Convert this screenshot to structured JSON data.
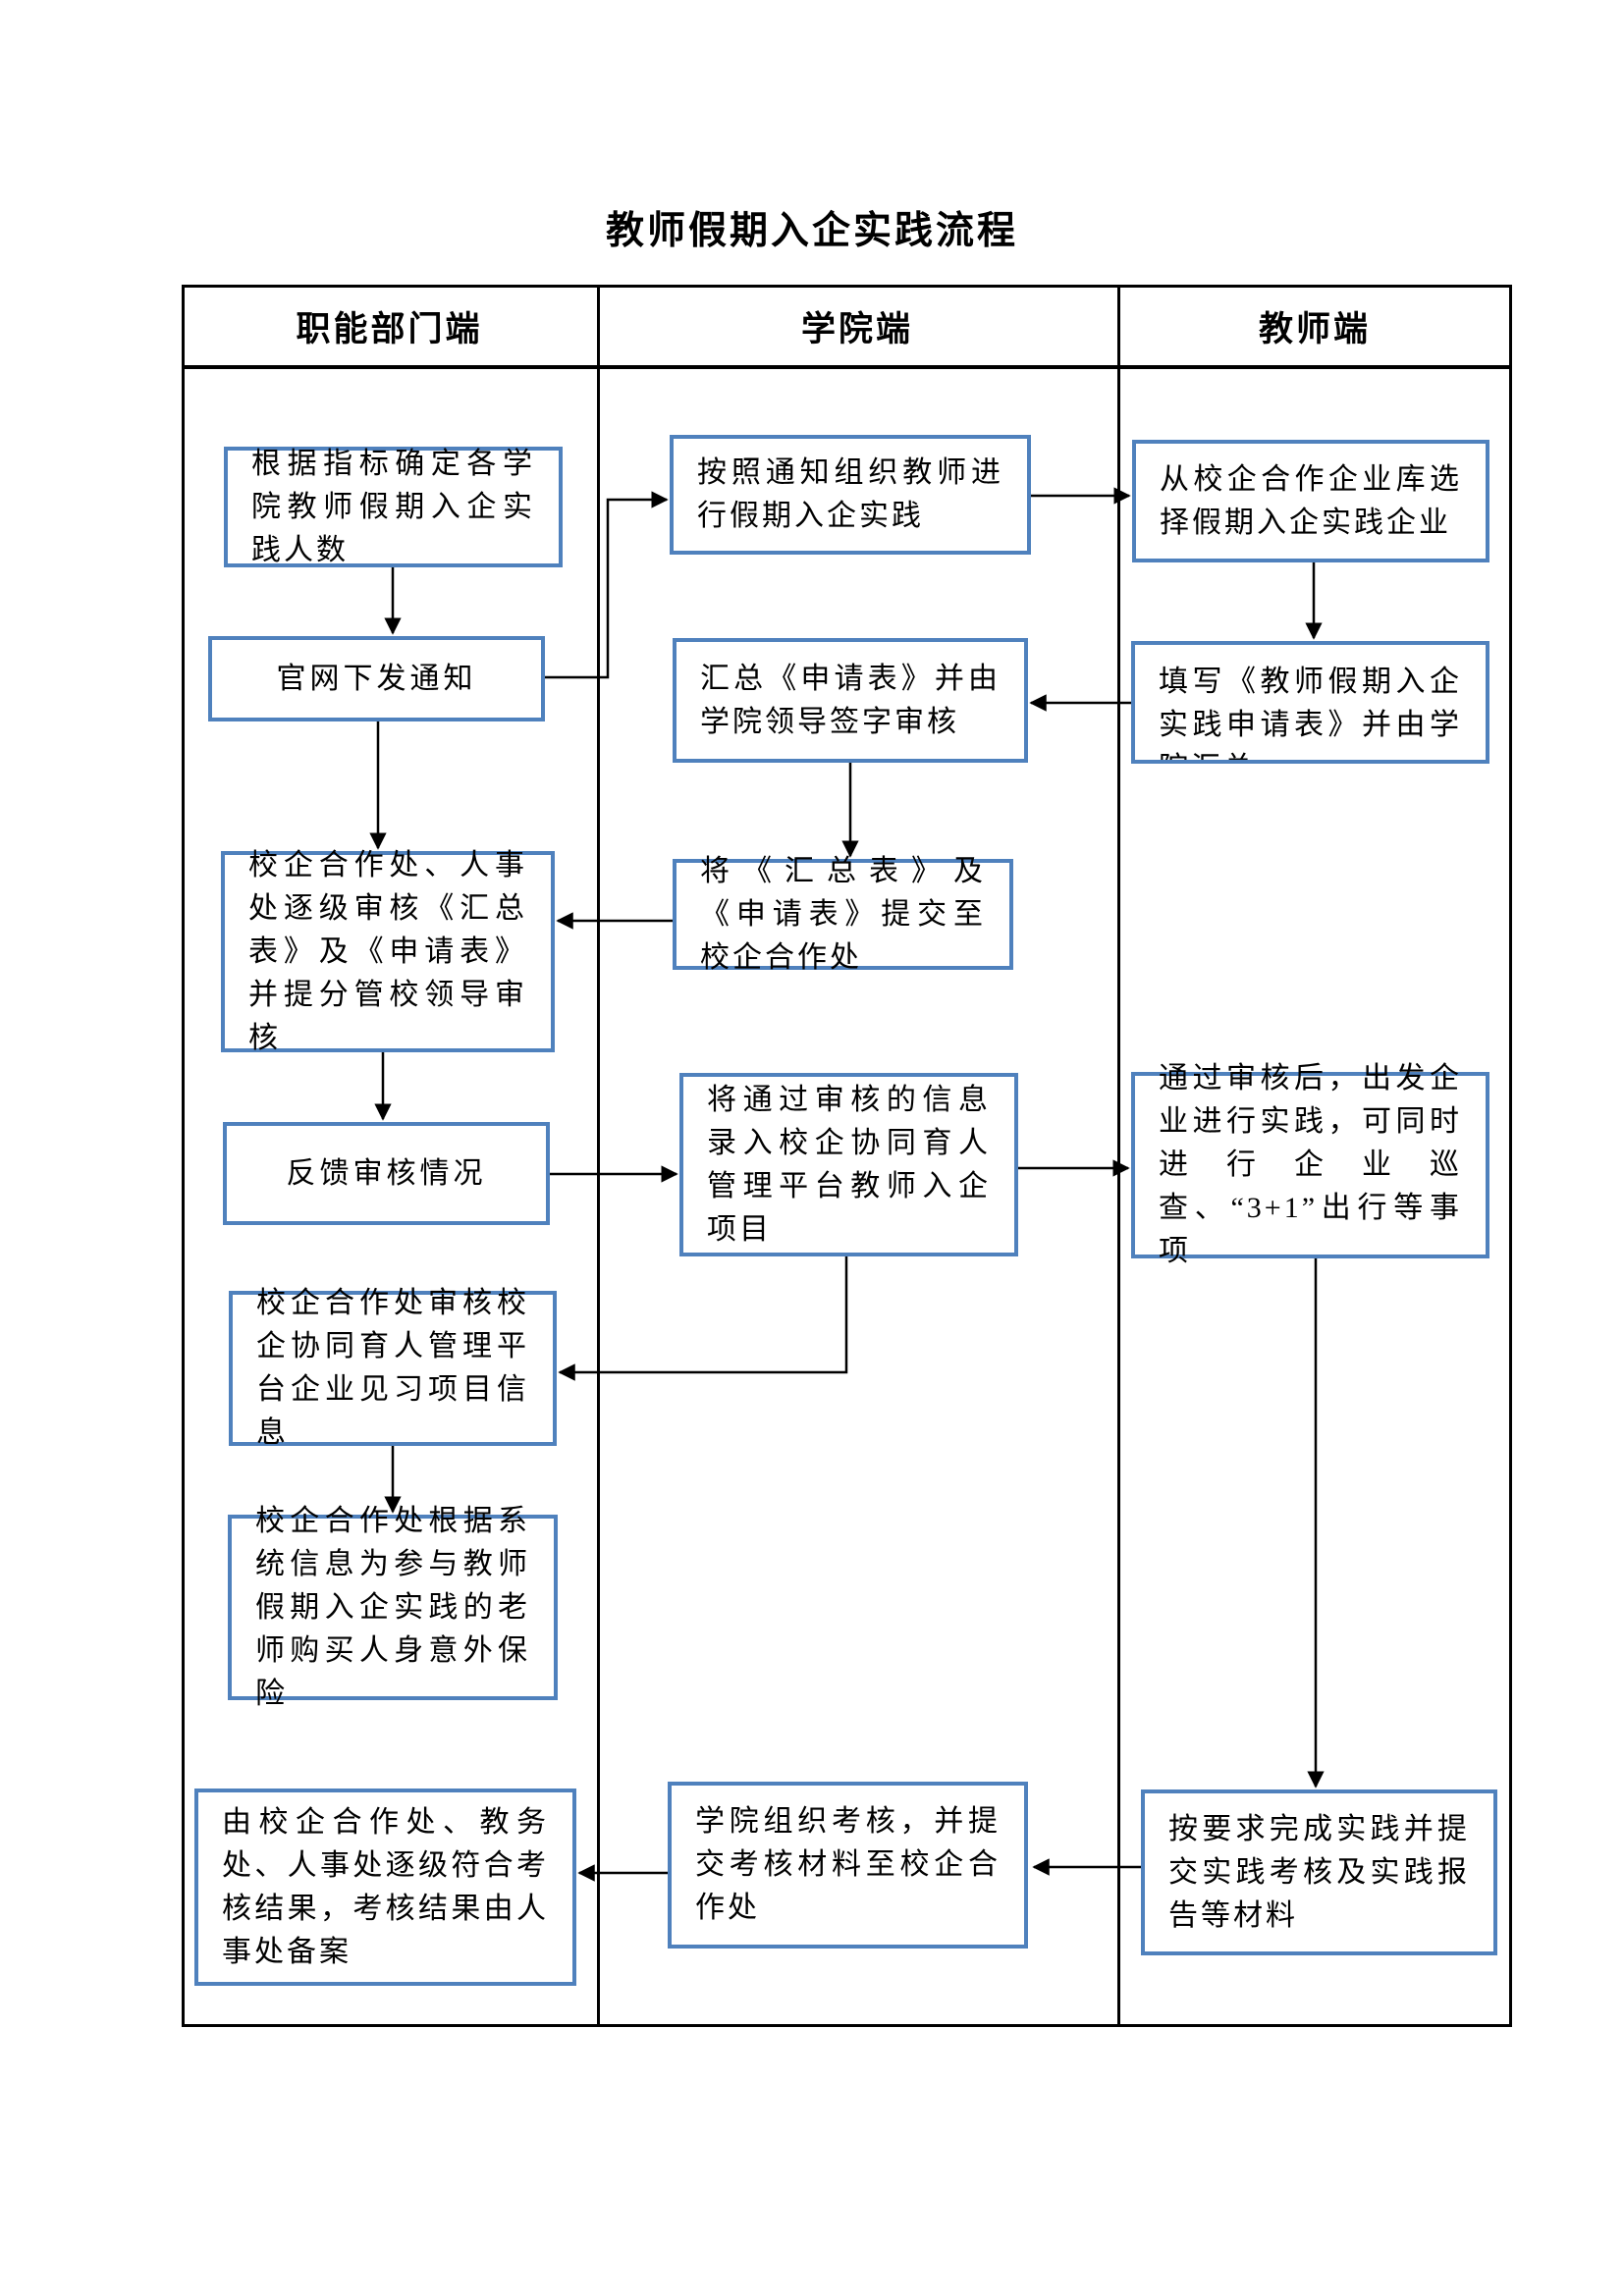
{
  "title": "教师假期入企实践流程",
  "columns": {
    "dept": "职能部门端",
    "college": "学院端",
    "teacher": "教师端"
  },
  "nodes": {
    "dept_quota": "根据指标确定各学院教师假期入企实践人数",
    "dept_notice": "官网下发通知",
    "dept_review": "校企合作处、人事处逐级审核《汇总表》及《申请表》并提分管校领导审核",
    "dept_feedback": "反馈审核情况",
    "dept_platform_review": "校企合作处审核校企协同育人管理平台企业见习项目信息",
    "dept_insurance": "校企合作处根据系统信息为参与教师假期入企实践的老师购买人身意外保险",
    "dept_record": "由校企合作处、教务处、人事处逐级符合考核结果，考核结果由人事处备案",
    "college_organize": "按照通知组织教师进行假期入企实践",
    "college_summary": "汇总《申请表》并由学院领导签字审核",
    "college_submit": "将《汇总表》及《申请表》提交至校企合作处",
    "college_input": "将通过审核的信息录入校企协同育人管理平台教师入企项目",
    "college_assess": "学院组织考核，并提交考核材料至校企合作处",
    "teacher_select": "从校企合作企业库选择假期入企实践企业",
    "teacher_apply": "填写《教师假期入企实践申请表》并由学院汇总",
    "teacher_practice": "通过审核后，出发企业进行实践，可同时进行企业巡查、“3+1”出行等事项",
    "teacher_complete": "按要求完成实践并提交实践考核及实践报告等材料"
  },
  "edges": [
    {
      "from": "dept_quota",
      "to": "dept_notice"
    },
    {
      "from": "dept_notice",
      "to": "college_organize"
    },
    {
      "from": "dept_notice",
      "to": "dept_review"
    },
    {
      "from": "college_organize",
      "to": "teacher_select"
    },
    {
      "from": "teacher_select",
      "to": "teacher_apply"
    },
    {
      "from": "teacher_apply",
      "to": "college_summary"
    },
    {
      "from": "college_summary",
      "to": "college_submit"
    },
    {
      "from": "college_submit",
      "to": "dept_review"
    },
    {
      "from": "dept_review",
      "to": "dept_feedback"
    },
    {
      "from": "dept_feedback",
      "to": "college_input"
    },
    {
      "from": "college_input",
      "to": "teacher_practice"
    },
    {
      "from": "college_input",
      "to": "dept_platform_review"
    },
    {
      "from": "dept_platform_review",
      "to": "dept_insurance"
    },
    {
      "from": "teacher_practice",
      "to": "teacher_complete"
    },
    {
      "from": "teacher_complete",
      "to": "college_assess"
    },
    {
      "from": "college_assess",
      "to": "dept_record"
    }
  ],
  "colors": {
    "node_border": "#4F81BD",
    "line": "#000000"
  }
}
